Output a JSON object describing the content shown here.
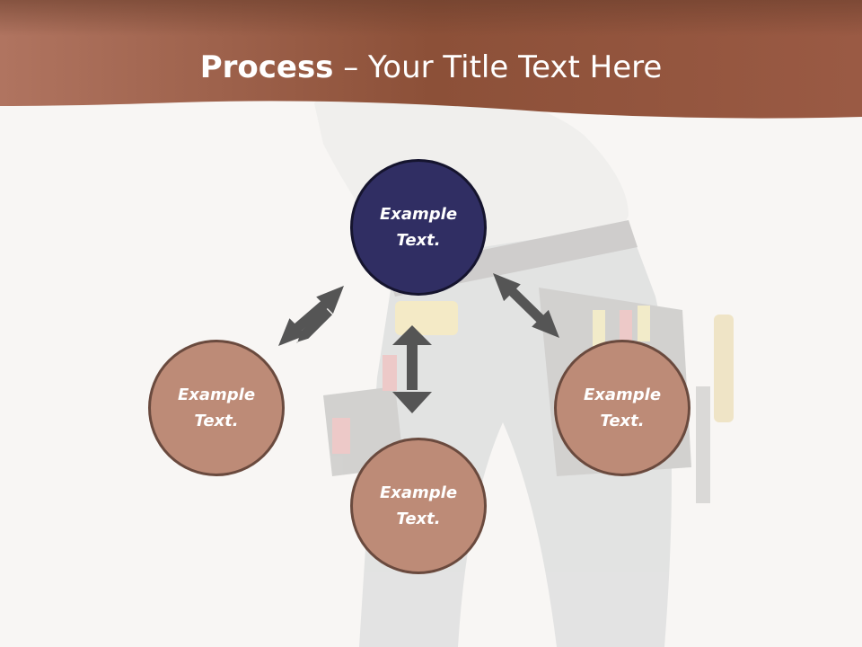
{
  "title": {
    "bold": "Process",
    "rest": " – Your Title Text Here"
  },
  "nodes": [
    {
      "text": "Example Text.",
      "color": "#302e63"
    },
    {
      "text": "Example Text.",
      "color": "#bd8b77"
    },
    {
      "text": "Example Text.",
      "color": "#bd8b77"
    },
    {
      "text": "Example Text.",
      "color": "#bd8b77"
    }
  ],
  "colors": {
    "header": "#9a5a44",
    "arrow": "#555555",
    "background": "#f7f5f3"
  }
}
